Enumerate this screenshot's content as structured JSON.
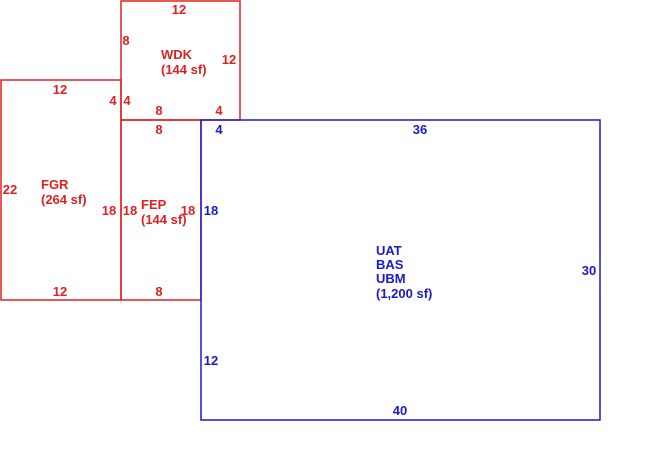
{
  "colors": {
    "secondary": "#dd2222",
    "main": "#1a1acc"
  },
  "areas": {
    "wdk": {
      "code": "WDK",
      "area": "(144 sf)",
      "dims": {
        "top": "12",
        "left": "8",
        "right": "12",
        "bottom_left": "8",
        "bottom_right": "4",
        "left_lower": "4"
      }
    },
    "fgr": {
      "code": "FGR",
      "area": "(264 sf)",
      "dims": {
        "top": "12",
        "top_right": "4",
        "left": "22",
        "right": "18",
        "bottom": "12"
      }
    },
    "fep": {
      "code": "FEP",
      "area": "(144 sf)",
      "dims": {
        "top": "8",
        "left": "18",
        "right": "18",
        "bottom": "8"
      }
    },
    "main": {
      "codes": [
        "UAT",
        "BAS",
        "UBM"
      ],
      "area": "(1,200 sf)",
      "dims": {
        "top": "36",
        "top_left": "4",
        "left_upper": "18",
        "left_lower": "12",
        "right": "30",
        "bottom": "40"
      }
    }
  }
}
